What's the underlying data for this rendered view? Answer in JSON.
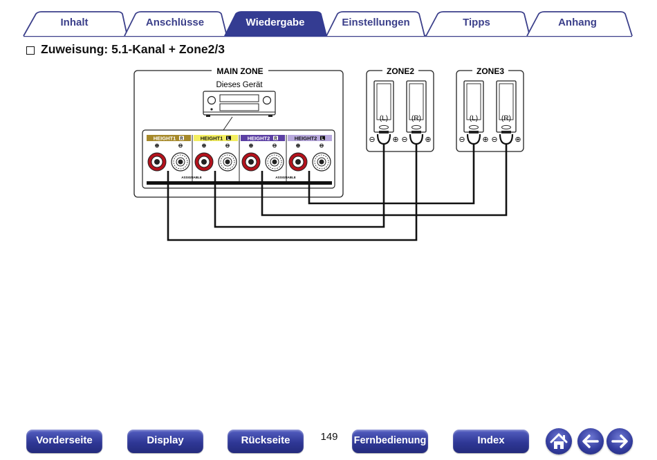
{
  "nav_tabs": [
    {
      "label": "Inhalt",
      "active": false
    },
    {
      "label": "Anschlüsse",
      "active": false
    },
    {
      "label": "Wiedergabe",
      "active": true
    },
    {
      "label": "Einstellungen",
      "active": false
    },
    {
      "label": "Tipps",
      "active": false
    },
    {
      "label": "Anhang",
      "active": false
    }
  ],
  "section_title": "Zuweisung: 5.1-Kanal + Zone2/3",
  "diagram": {
    "main_zone_label": "MAIN ZONE",
    "device_label": "Dieses Gerät",
    "terminal_labels": [
      {
        "text": "HEIGHT1",
        "channel": "R",
        "color": "#a6892a"
      },
      {
        "text": "HEIGHT1",
        "channel": "L",
        "color": "#f3ee60"
      },
      {
        "text": "HEIGHT2",
        "channel": "R",
        "color": "#5b3fa3"
      },
      {
        "text": "HEIGHT2",
        "channel": "L",
        "color": "#b7a8dc"
      }
    ],
    "assignable_label": "ASSIGNABLE",
    "zone2_label": "ZONE2",
    "zone3_label": "ZONE3",
    "speaker_left": "(L)",
    "speaker_right": "(R)"
  },
  "footer": {
    "buttons": [
      "Vorderseite",
      "Display",
      "Rückseite",
      "Fernbedienung",
      "Index"
    ],
    "page_number": "149",
    "icons": [
      "home-icon",
      "arrow-left-icon",
      "arrow-right-icon"
    ]
  }
}
